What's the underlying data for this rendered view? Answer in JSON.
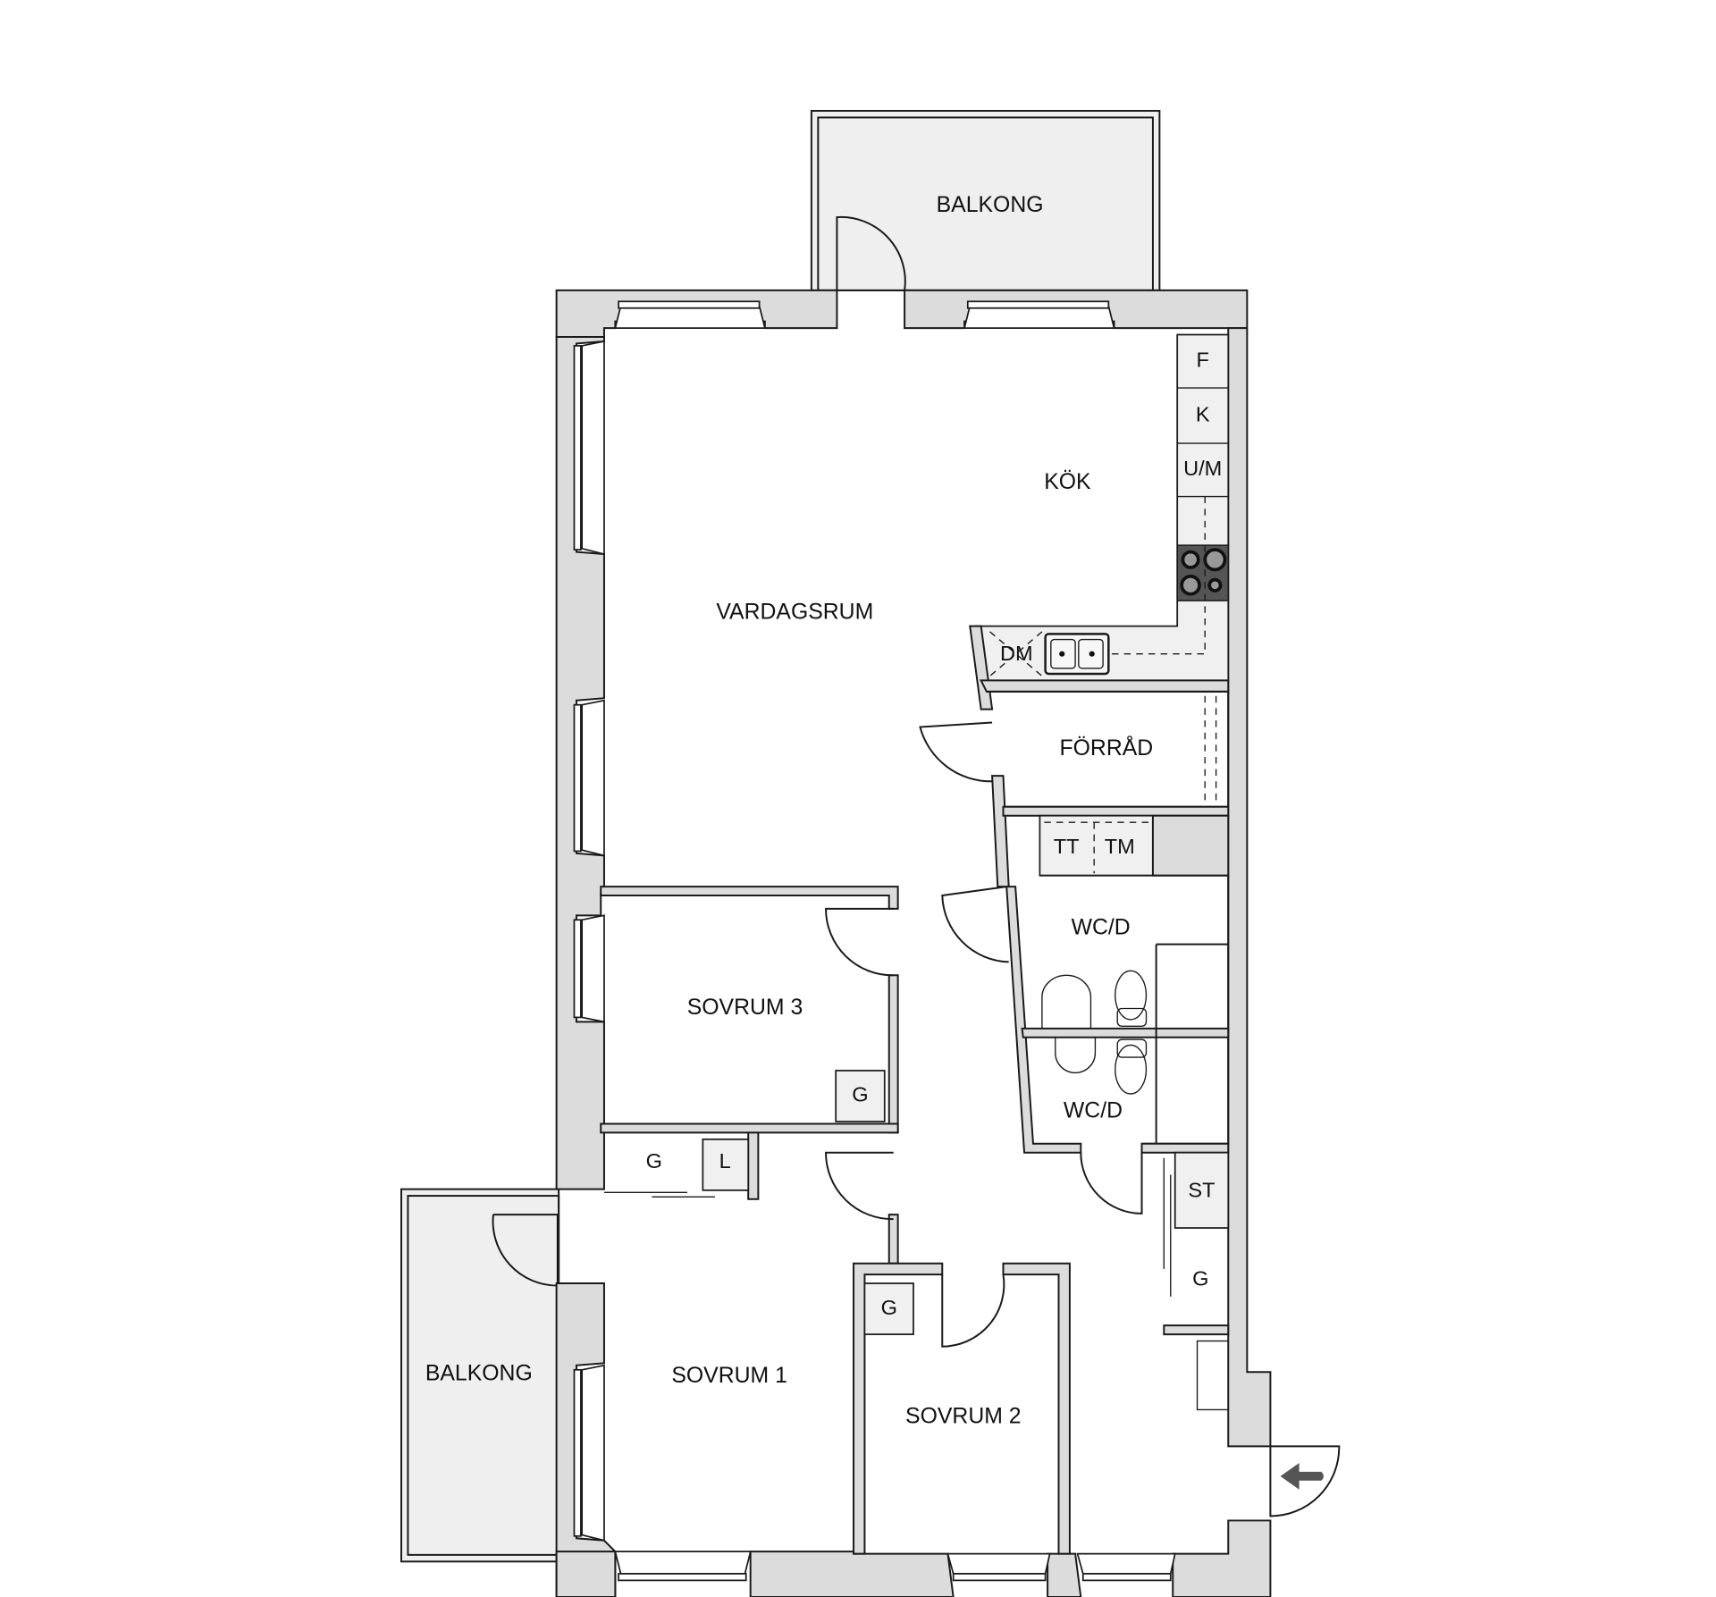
{
  "plan": {
    "rooms": {
      "balkong_top": "BALKONG",
      "kok": "KÖK",
      "vardagsrum": "VARDAGSRUM",
      "forrad": "FÖRRÅD",
      "wcd_upper": "WC/D",
      "wcd_lower": "WC/D",
      "sovrum3": "SOVRUM 3",
      "sovrum1": "SOVRUM 1",
      "sovrum2": "SOVRUM 2",
      "balkong_left": "BALKONG"
    },
    "fixtures": {
      "f": "F",
      "k": "K",
      "um": "U/M",
      "dm": "DM",
      "tt": "TT",
      "tm": "TM",
      "g_sovrum3": "G",
      "g_hall_closet": "G",
      "l_hall_closet": "L",
      "g_sovrum2": "G",
      "st": "ST",
      "g_entry": "G"
    },
    "entrance_icon": "arrow-left-icon",
    "colors": {
      "wall": "#dcdcdc",
      "balcony": "#efefef",
      "stove": "#555555",
      "arrow": "#555555",
      "line": "#1a1a1a"
    }
  }
}
